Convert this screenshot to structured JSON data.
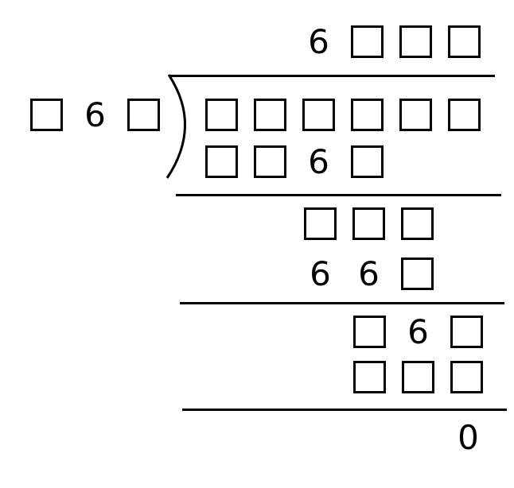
{
  "quotient": [
    "6",
    "",
    "",
    ""
  ],
  "divisor": [
    "",
    "6",
    ""
  ],
  "dividend": [
    "",
    "",
    "",
    "",
    "",
    ""
  ],
  "steps": [
    {
      "subtrahend": [
        "",
        "",
        "6",
        ""
      ],
      "remainder": [
        "",
        "",
        ""
      ]
    },
    {
      "subtrahend": [
        "6",
        "6",
        ""
      ],
      "remainder": [
        "",
        "6",
        ""
      ]
    },
    {
      "subtrahend": [
        "",
        "",
        ""
      ],
      "remainder": [
        "0"
      ]
    }
  ]
}
